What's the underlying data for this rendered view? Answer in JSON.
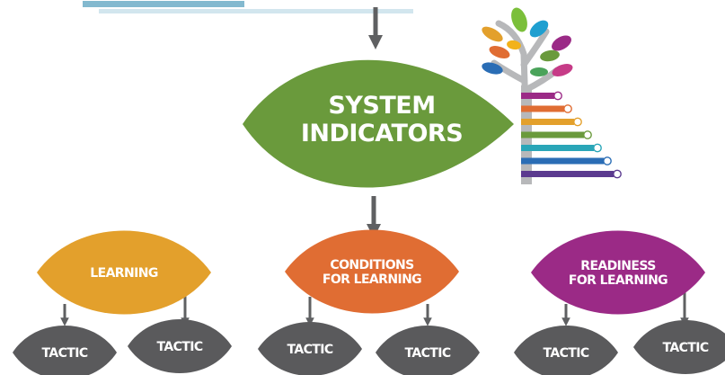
{
  "top_caption": "",
  "system": {
    "line1": "SYSTEM",
    "line2": "INDICATORS"
  },
  "branches": [
    {
      "id": "learning",
      "lines": [
        "LEARNING"
      ],
      "color": "#e3a02c",
      "tactics": [
        "TACTIC",
        "TACTIC"
      ]
    },
    {
      "id": "conditions",
      "lines": [
        "CONDITIONS",
        "FOR LEARNING"
      ],
      "color": "#e06d33",
      "tactics": [
        "TACTIC",
        "TACTIC"
      ]
    },
    {
      "id": "readiness",
      "lines": [
        "READINESS",
        "FOR LEARNING"
      ],
      "color": "#9b2a86",
      "tactics": [
        "TACTIC",
        "TACTIC"
      ]
    }
  ],
  "colors": {
    "system_leaf": "#6a9a3c",
    "tactic_leaf": "#5a5a5c",
    "arrow": "#5f6062",
    "tree_trunk": "#b7b8ba"
  },
  "tree": {
    "leaf_colors": [
      "#7bbf3a",
      "#1f9fd0",
      "#e3a02c",
      "#9b2a86",
      "#e06d33",
      "#6a9a3c",
      "#2a6db5",
      "#c63b87",
      "#f2b21a",
      "#4aa35a"
    ],
    "bands": [
      {
        "color": "#9b2a86",
        "text": "",
        "badge": ""
      },
      {
        "color": "#e06d33",
        "text": "",
        "badge": ""
      },
      {
        "color": "#e3a02c",
        "text": "",
        "badge": ""
      },
      {
        "color": "#6a9a3c",
        "text": "",
        "badge": ""
      },
      {
        "color": "#2aa6b8",
        "text": "",
        "badge": ""
      },
      {
        "color": "#2a6db5",
        "text": "",
        "badge": ""
      },
      {
        "color": "#5b3a8f",
        "text": "",
        "badge": ""
      }
    ]
  }
}
